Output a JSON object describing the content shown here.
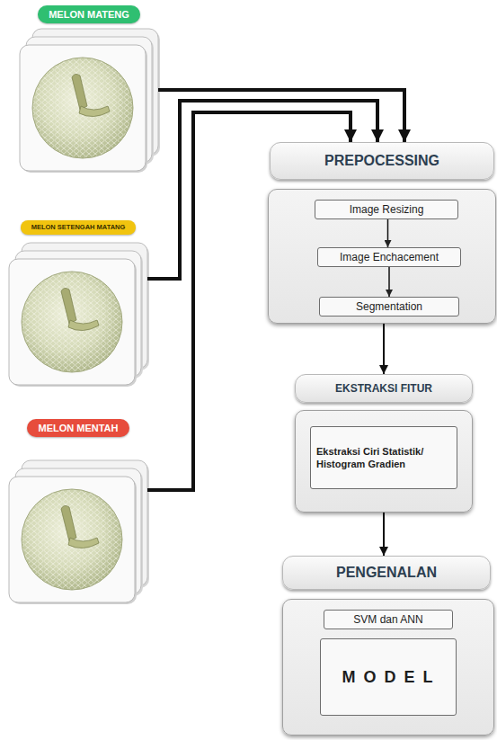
{
  "diagram": {
    "nodes": [
      {
        "text": [
          "MELON MATENG"
        ]
      },
      {
        "text": [
          "MELON SETENGAH MATANG"
        ]
      },
      {
        "text": [
          "MELON MENTAH"
        ]
      },
      {
        "text": [
          "PREPOCESSING"
        ]
      },
      {
        "text": [
          "Image Resizing"
        ],
        "in": 3
      },
      {
        "text": [
          "Image Enchacement"
        ],
        "in": 3
      },
      {
        "text": [
          "Segmentation"
        ],
        "in": 3
      },
      {
        "text": [
          "EKSTRAKSI FITUR"
        ]
      },
      {
        "text": [
          "Ekstraksi Ciri Statistik/ Histogram Gradien"
        ],
        "in": 7
      },
      {
        "text": [
          "PENGENALAN"
        ]
      },
      {
        "text": [
          "SVM dan ANN"
        ],
        "in": 9
      },
      {
        "text": [
          "M O D E L"
        ],
        "in": 9
      }
    ],
    "edges": [
      {
        "from": 0,
        "to": 3,
        "arrow": "to"
      },
      {
        "from": 1,
        "to": 3,
        "arrow": "to"
      },
      {
        "from": 2,
        "to": 3,
        "arrow": "to"
      },
      {
        "from": 4,
        "to": 5,
        "arrow": "to"
      },
      {
        "from": 5,
        "to": 6,
        "arrow": "to"
      },
      {
        "from": 3,
        "to": 7,
        "arrow": "to"
      },
      {
        "from": 7,
        "to": 9,
        "arrow": "to"
      }
    ]
  }
}
